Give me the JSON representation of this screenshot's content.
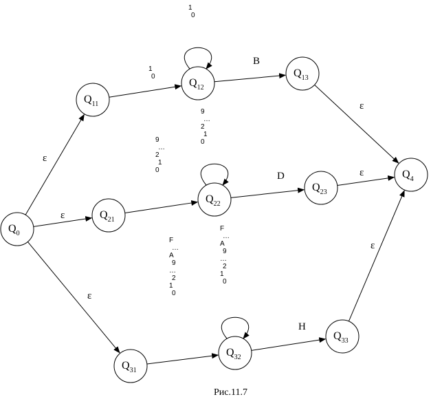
{
  "diagram": {
    "states": [
      {
        "id": "q0",
        "name": "Q",
        "sub": "0"
      },
      {
        "id": "q11",
        "name": "Q",
        "sub": "11"
      },
      {
        "id": "q12",
        "name": "Q",
        "sub": "12"
      },
      {
        "id": "q13",
        "name": "Q",
        "sub": "13"
      },
      {
        "id": "q21",
        "name": "Q",
        "sub": "21"
      },
      {
        "id": "q22",
        "name": "Q",
        "sub": "22"
      },
      {
        "id": "q23",
        "name": "Q",
        "sub": "23"
      },
      {
        "id": "q31",
        "name": "Q",
        "sub": "31"
      },
      {
        "id": "q32",
        "name": "Q",
        "sub": "32"
      },
      {
        "id": "q33",
        "name": "Q",
        "sub": "33"
      },
      {
        "id": "q4",
        "name": "Q",
        "sub": "4"
      }
    ],
    "edges": [
      {
        "from": "q0",
        "to": "q11",
        "label": "ε"
      },
      {
        "from": "q0",
        "to": "q21",
        "label": "ε"
      },
      {
        "from": "q0",
        "to": "q31",
        "label": "ε"
      },
      {
        "from": "q11",
        "to": "q12",
        "label": "1\n0"
      },
      {
        "from": "q12",
        "to": "q12",
        "label": "1\n0"
      },
      {
        "from": "q12",
        "to": "q13",
        "label": "B"
      },
      {
        "from": "q13",
        "to": "q4",
        "label": "ε"
      },
      {
        "from": "q21",
        "to": "q22",
        "label": "9\n…\n2\n1\n0"
      },
      {
        "from": "q22",
        "to": "q22",
        "label": "9\n…\n2\n1\n0"
      },
      {
        "from": "q22",
        "to": "q23",
        "label": "D"
      },
      {
        "from": "q23",
        "to": "q4",
        "label": "ε"
      },
      {
        "from": "q31",
        "to": "q32",
        "label": "F\n…\nA\n9\n…\n2\n1\n0"
      },
      {
        "from": "q32",
        "to": "q32",
        "label": "F\n…\nA\n9\n…\n2\n1\n0"
      },
      {
        "from": "q32",
        "to": "q33",
        "label": "H"
      },
      {
        "from": "q33",
        "to": "q4",
        "label": "ε"
      }
    ],
    "caption": "Рис.11.7"
  }
}
